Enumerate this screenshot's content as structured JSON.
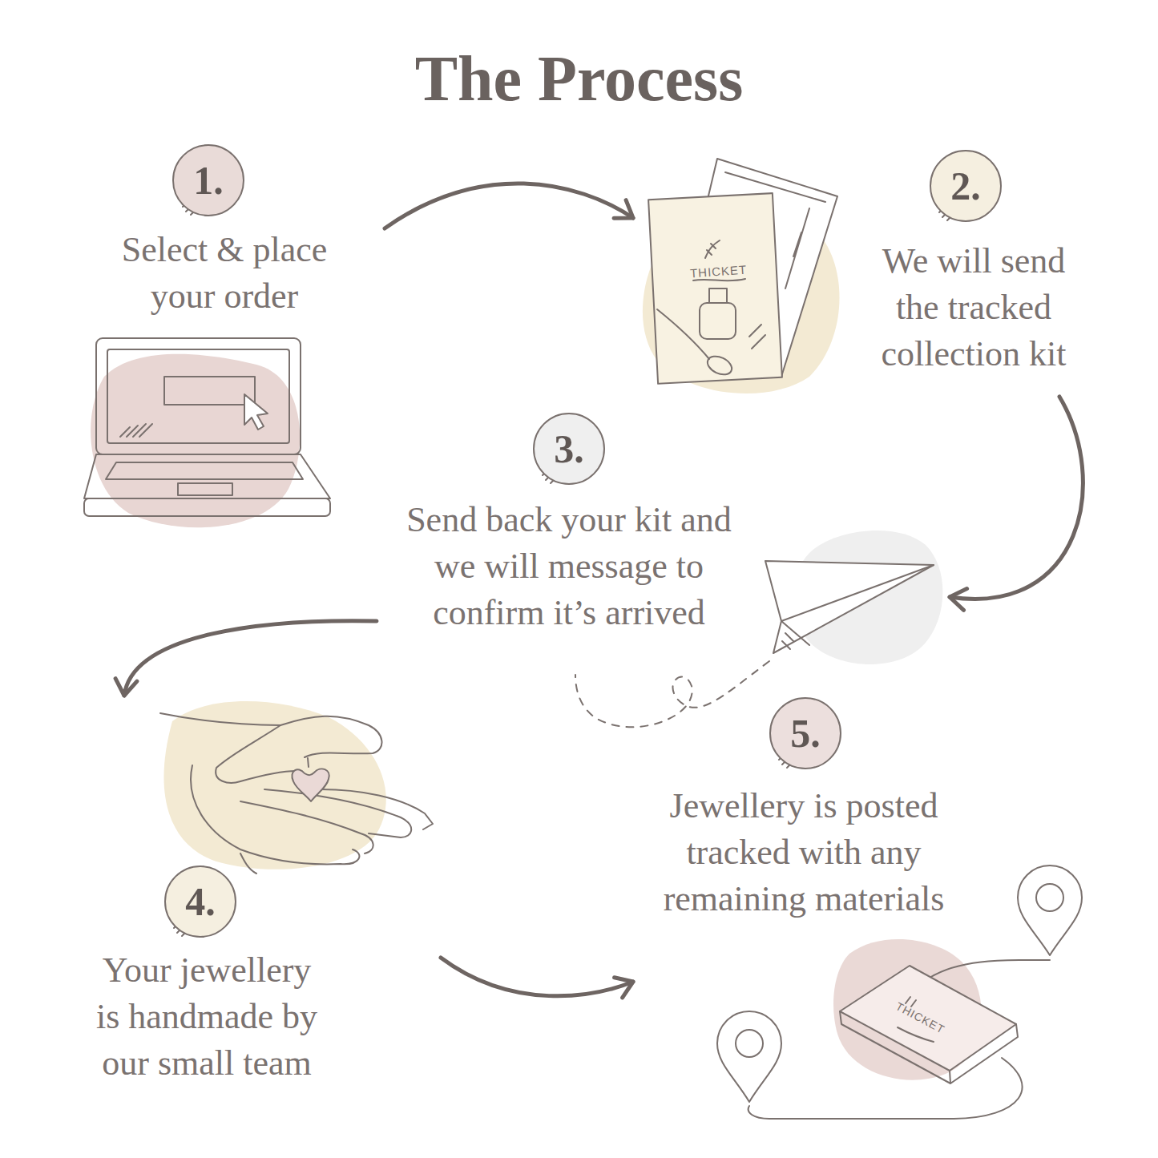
{
  "diagram": {
    "title": "The Process",
    "nodes": [
      {
        "text": [
          "1.",
          "Select & place your order"
        ]
      },
      {
        "text": [
          "2.",
          "We will send the tracked collection kit"
        ]
      },
      {
        "text": [
          "3.",
          "Send back your kit and we will message to confirm it’s arrived"
        ]
      },
      {
        "text": [
          "4.",
          "Your jewellery is handmade by our small team"
        ]
      },
      {
        "text": [
          "5.",
          "Jewellery is posted tracked with any remaining materials"
        ]
      }
    ],
    "edges": [
      {
        "from": 0,
        "to": 1,
        "arrow": "to"
      },
      {
        "from": 1,
        "to": 2,
        "arrow": "to"
      },
      {
        "from": 2,
        "to": 3,
        "arrow": "to"
      },
      {
        "from": 3,
        "to": 4,
        "arrow": "to"
      }
    ],
    "labels": [
      "THICKET",
      "THICKET"
    ]
  }
}
